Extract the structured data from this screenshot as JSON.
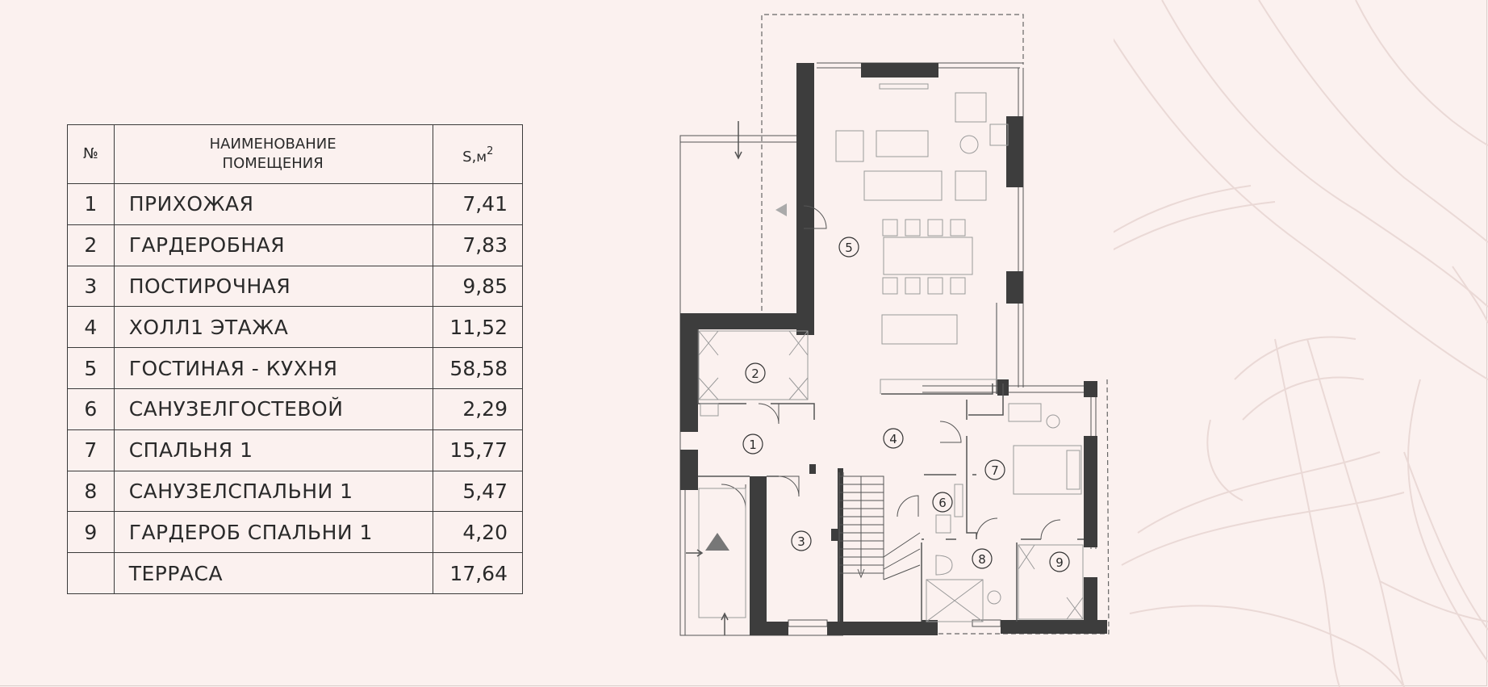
{
  "table": {
    "header": {
      "num": "№",
      "name_line1": "НАИМЕНОВАНИЕ",
      "name_line2": "ПОМЕЩЕНИЯ",
      "area_s": "S,",
      "area_unit": "м",
      "area_exp": "2"
    },
    "rows": [
      {
        "num": "1",
        "name": "ПРИХОЖАЯ",
        "area": "7,41"
      },
      {
        "num": "2",
        "name": "ГАРДЕРОБНАЯ",
        "area": "7,83"
      },
      {
        "num": "3",
        "name": "ПОСТИРОЧНАЯ",
        "area": "9,85"
      },
      {
        "num": "4",
        "name": "ХОЛЛ1 ЭТАЖА",
        "area": "11,52"
      },
      {
        "num": "5",
        "name": "ГОСТИНАЯ - КУХНЯ",
        "area": "58,58"
      },
      {
        "num": "6",
        "name": "САНУЗЕЛГОСТЕВОЙ",
        "area": "2,29"
      },
      {
        "num": "7",
        "name": "СПАЛЬНЯ 1",
        "area": "15,77"
      },
      {
        "num": "8",
        "name": "САНУЗЕЛСПАЛЬНИ 1",
        "area": "5,47"
      },
      {
        "num": "9",
        "name": "ГАРДЕРОБ СПАЛЬНИ 1",
        "area": "4,20"
      },
      {
        "num": "",
        "name": "ТЕРРАСА",
        "area": "17,64"
      }
    ]
  },
  "plan": {
    "room_markers": [
      "1",
      "2",
      "3",
      "4",
      "5",
      "6",
      "7",
      "8",
      "9"
    ]
  },
  "colors": {
    "background": "#fbf1ef",
    "wall": "#3d3d3d",
    "line": "#555555",
    "thin_line": "#9a9a9a",
    "ornament": "#ead9d6"
  }
}
